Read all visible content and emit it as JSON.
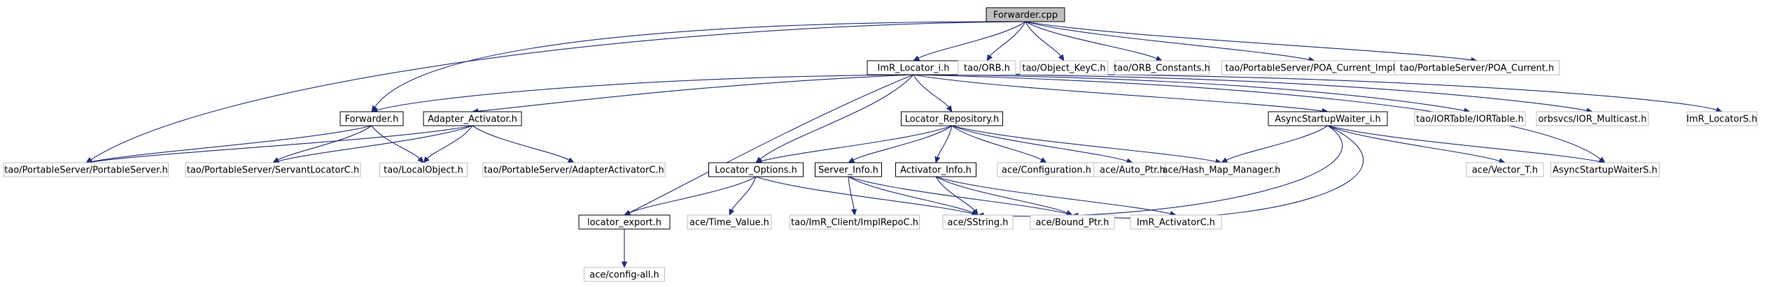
{
  "diagram": {
    "root": "Forwarder.cpp",
    "nodes": [
      {
        "id": "forwarder_cpp",
        "label": "Forwarder.cpp",
        "style": "root"
      },
      {
        "id": "imr_locator_i_h",
        "label": "ImR_Locator_i.h",
        "style": "local"
      },
      {
        "id": "tao_orb_h",
        "label": "tao/ORB.h",
        "style": "external"
      },
      {
        "id": "tao_object_keyc_h",
        "label": "tao/Object_KeyC.h",
        "style": "external"
      },
      {
        "id": "tao_orb_constants_h",
        "label": "tao/ORB_Constants.h",
        "style": "external"
      },
      {
        "id": "poa_current_impl_h",
        "label": "tao/PortableServer/POA_Current_Impl.h",
        "style": "external"
      },
      {
        "id": "poa_current_h",
        "label": "tao/PortableServer/POA_Current.h",
        "style": "external"
      },
      {
        "id": "forwarder_h",
        "label": "Forwarder.h",
        "style": "local"
      },
      {
        "id": "adapter_activator_h",
        "label": "Adapter_Activator.h",
        "style": "local"
      },
      {
        "id": "locator_repository_h",
        "label": "Locator_Repository.h",
        "style": "local"
      },
      {
        "id": "asyncstartupwaiter_i_h",
        "label": "AsyncStartupWaiter_i.h",
        "style": "local"
      },
      {
        "id": "iortable_h",
        "label": "tao/IORTable/IORTable.h",
        "style": "external"
      },
      {
        "id": "ior_multicast_h",
        "label": "orbsvcs/IOR_Multicast.h",
        "style": "external"
      },
      {
        "id": "imr_locators_h",
        "label": "ImR_LocatorS.h",
        "style": "external"
      },
      {
        "id": "portableserver_h",
        "label": "tao/PortableServer/PortableServer.h",
        "style": "external"
      },
      {
        "id": "servantlocatorc_h",
        "label": "tao/PortableServer/ServantLocatorC.h",
        "style": "external"
      },
      {
        "id": "localobject_h",
        "label": "tao/LocalObject.h",
        "style": "external"
      },
      {
        "id": "adapteractivatorc_h",
        "label": "tao/PortableServer/AdapterActivatorC.h",
        "style": "external"
      },
      {
        "id": "locator_options_h",
        "label": "Locator_Options.h",
        "style": "local"
      },
      {
        "id": "server_info_h",
        "label": "Server_Info.h",
        "style": "local"
      },
      {
        "id": "activator_info_h",
        "label": "Activator_Info.h",
        "style": "local"
      },
      {
        "id": "ace_configuration_h",
        "label": "ace/Configuration.h",
        "style": "external"
      },
      {
        "id": "ace_auto_ptr_h",
        "label": "ace/Auto_Ptr.h",
        "style": "external"
      },
      {
        "id": "ace_hash_map_manager_h",
        "label": "ace/Hash_Map_Manager.h",
        "style": "external"
      },
      {
        "id": "ace_vector_t_h",
        "label": "ace/Vector_T.h",
        "style": "external"
      },
      {
        "id": "asyncstartupwaiters_h",
        "label": "AsyncStartupWaiterS.h",
        "style": "external"
      },
      {
        "id": "locator_export_h",
        "label": "locator_export.h",
        "style": "local"
      },
      {
        "id": "ace_time_value_h",
        "label": "ace/Time_Value.h",
        "style": "external"
      },
      {
        "id": "implrepoc_h",
        "label": "tao/ImR_Client/ImplRepoC.h",
        "style": "external"
      },
      {
        "id": "ace_sstring_h",
        "label": "ace/SString.h",
        "style": "external"
      },
      {
        "id": "ace_bound_ptr_h",
        "label": "ace/Bound_Ptr.h",
        "style": "external"
      },
      {
        "id": "imr_activatorc_h",
        "label": "ImR_ActivatorC.h",
        "style": "external"
      },
      {
        "id": "ace_config_all_h",
        "label": "ace/config-all.h",
        "style": "external"
      }
    ],
    "edges": [
      [
        "forwarder_cpp",
        "imr_locator_i_h"
      ],
      [
        "forwarder_cpp",
        "tao_orb_h"
      ],
      [
        "forwarder_cpp",
        "tao_object_keyc_h"
      ],
      [
        "forwarder_cpp",
        "tao_orb_constants_h"
      ],
      [
        "forwarder_cpp",
        "poa_current_impl_h"
      ],
      [
        "forwarder_cpp",
        "poa_current_h"
      ],
      [
        "forwarder_cpp",
        "forwarder_h"
      ],
      [
        "forwarder_cpp",
        "portableserver_h"
      ],
      [
        "imr_locator_i_h",
        "forwarder_h"
      ],
      [
        "imr_locator_i_h",
        "adapter_activator_h"
      ],
      [
        "imr_locator_i_h",
        "locator_repository_h"
      ],
      [
        "imr_locator_i_h",
        "asyncstartupwaiter_i_h"
      ],
      [
        "imr_locator_i_h",
        "iortable_h"
      ],
      [
        "imr_locator_i_h",
        "ior_multicast_h"
      ],
      [
        "imr_locator_i_h",
        "imr_locators_h"
      ],
      [
        "imr_locator_i_h",
        "asyncstartupwaiters_h"
      ],
      [
        "imr_locator_i_h",
        "locator_options_h"
      ],
      [
        "imr_locator_i_h",
        "locator_export_h"
      ],
      [
        "forwarder_h",
        "portableserver_h"
      ],
      [
        "forwarder_h",
        "servantlocatorc_h"
      ],
      [
        "forwarder_h",
        "localobject_h"
      ],
      [
        "adapter_activator_h",
        "portableserver_h"
      ],
      [
        "adapter_activator_h",
        "servantlocatorc_h"
      ],
      [
        "adapter_activator_h",
        "localobject_h"
      ],
      [
        "adapter_activator_h",
        "adapteractivatorc_h"
      ],
      [
        "locator_repository_h",
        "locator_options_h"
      ],
      [
        "locator_repository_h",
        "server_info_h"
      ],
      [
        "locator_repository_h",
        "activator_info_h"
      ],
      [
        "locator_repository_h",
        "ace_configuration_h"
      ],
      [
        "locator_repository_h",
        "ace_auto_ptr_h"
      ],
      [
        "locator_repository_h",
        "ace_hash_map_manager_h"
      ],
      [
        "asyncstartupwaiter_i_h",
        "ace_hash_map_manager_h"
      ],
      [
        "asyncstartupwaiter_i_h",
        "ace_vector_t_h"
      ],
      [
        "asyncstartupwaiter_i_h",
        "asyncstartupwaiters_h"
      ],
      [
        "asyncstartupwaiter_i_h",
        "ace_sstring_h"
      ],
      [
        "asyncstartupwaiter_i_h",
        "ace_bound_ptr_h"
      ],
      [
        "locator_options_h",
        "locator_export_h"
      ],
      [
        "locator_options_h",
        "ace_time_value_h"
      ],
      [
        "locator_options_h",
        "ace_sstring_h"
      ],
      [
        "server_info_h",
        "implrepoc_h"
      ],
      [
        "server_info_h",
        "ace_sstring_h"
      ],
      [
        "server_info_h",
        "ace_bound_ptr_h"
      ],
      [
        "activator_info_h",
        "ace_sstring_h"
      ],
      [
        "activator_info_h",
        "ace_bound_ptr_h"
      ],
      [
        "activator_info_h",
        "imr_activatorc_h"
      ],
      [
        "locator_export_h",
        "ace_config_all_h"
      ]
    ]
  },
  "colors": {
    "edge": "#1e2b79",
    "root_fill": "#bfbfbf",
    "local_border": "#000000",
    "external_border": "#bfbfbf",
    "text": "#000000"
  }
}
